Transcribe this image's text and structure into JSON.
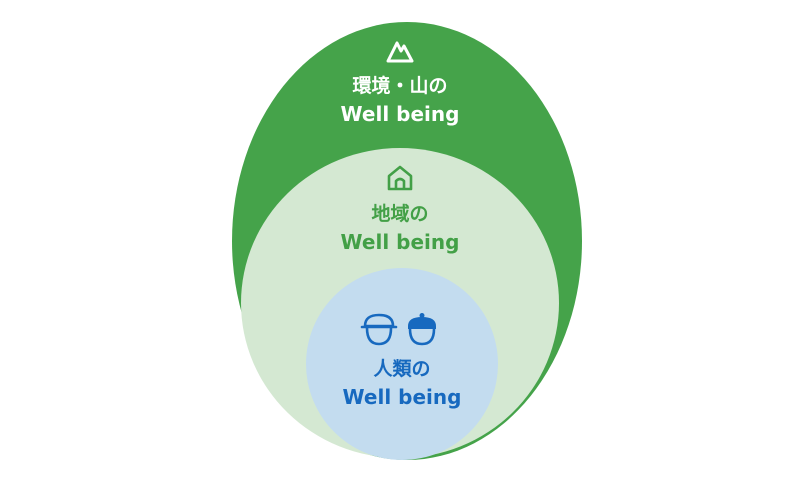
{
  "diagram": {
    "layers": [
      {
        "id": "environment",
        "title": "環境・山の",
        "subtitle": "Well being",
        "icon": "mountain-icon",
        "fill_color": "#45a34a",
        "text_color": "#ffffff"
      },
      {
        "id": "region",
        "title": "地域の",
        "subtitle": "Well being",
        "icon": "house-icon",
        "fill_color": "#d4e8d2",
        "text_color": "#43a047"
      },
      {
        "id": "humanity",
        "title": "人類の",
        "subtitle": "Well being",
        "icon": "people-icon",
        "fill_color": "#c3dcef",
        "text_color": "#1769bf"
      }
    ]
  }
}
